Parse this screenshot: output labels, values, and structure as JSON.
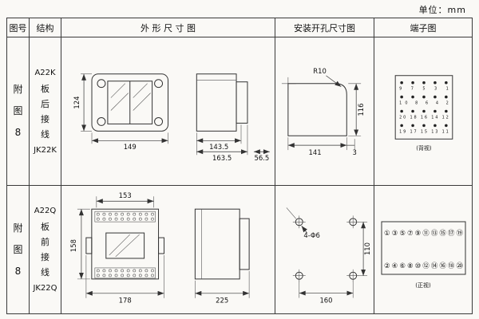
{
  "unit_label": "单位：mm",
  "headers": {
    "fig": "图号",
    "structure": "结构",
    "outline": "外 形 尺 寸 图",
    "mounting": "安装开孔尺寸图",
    "terminal": "端子图"
  },
  "rows": [
    {
      "fig": "附图8",
      "structure_top": "A22K",
      "structure_mid": "板后接线",
      "structure_bottom": "JK22K",
      "outline": {
        "height": "124",
        "width": "149",
        "depth_a": "143.5",
        "depth_b": "163.5",
        "depth_c": "56.5"
      },
      "mounting": {
        "radius": "R10",
        "height": "116",
        "width": "141",
        "edge": "3"
      },
      "terminal": {
        "caption": "(背视)",
        "row1": "9 7 5 3 1",
        "row2": "10 8 6 4 2",
        "row3": "20 18 16 14 12",
        "row4": "19 17 15 13 11"
      }
    },
    {
      "fig": "附图8",
      "structure_top": "A22Q",
      "structure_mid": "板前接线",
      "structure_bottom": "JK22Q",
      "outline": {
        "top_width": "153",
        "height": "158",
        "bottom_width": "178",
        "depth": "225"
      },
      "mounting": {
        "holes": "4-Φ6",
        "height": "110",
        "width": "160"
      },
      "terminal": {
        "caption": "(正视)",
        "row1": "①③⑤⑦⑨⑪⑬⑮⑰⑲",
        "row2": "②④⑥⑧⑩⑫⑭⑯⑱⑳"
      }
    }
  ]
}
